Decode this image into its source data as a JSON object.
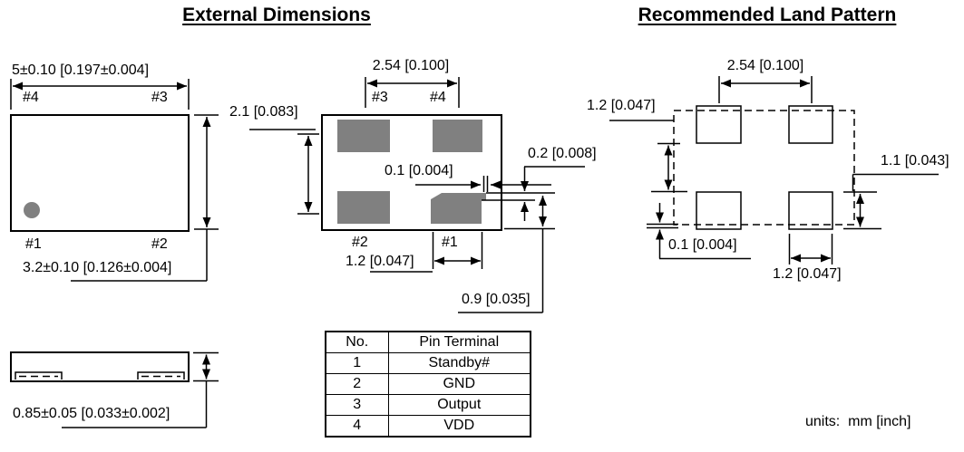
{
  "titles": {
    "external_dimensions": "External Dimensions",
    "land_pattern": "Recommended Land Pattern"
  },
  "units_label": "units:  mm [inch]",
  "top_view": {
    "dim_width": "5±0.10 [0.197±0.004]",
    "dim_height": "3.2±0.10 [0.126±0.004]",
    "pin_top_left": "#4",
    "pin_top_right": "#3",
    "pin_bottom_left": "#1",
    "pin_bottom_right": "#2"
  },
  "bottom_view": {
    "dim_pitch": "2.54 [0.100]",
    "pin_top_left": "#3",
    "pin_top_right": "#4",
    "dim_row_spacing": "2.1 [0.083]",
    "dim_edge_gap": "0.1 [0.004]",
    "dim_step": "0.2 [0.008]",
    "pin_bottom_left": "#2",
    "pin_bottom_right": "#1",
    "dim_pad_width": "1.2 [0.047]",
    "dim_pad_height": "0.9 [0.035]"
  },
  "land_pattern": {
    "dim_pitch": "2.54 [0.100]",
    "dim_row_gap": "1.2 [0.047]",
    "dim_pad_height": "1.1 [0.043]",
    "dim_overhang": "0.1 [0.004]",
    "dim_pad_width": "1.2 [0.047]"
  },
  "side_view": {
    "dim_height": "0.85±0.05 [0.033±0.002]"
  },
  "pin_table": {
    "headers": [
      "No.",
      "Pin Terminal"
    ],
    "rows": [
      [
        "1",
        "Standby#"
      ],
      [
        "2",
        "GND"
      ],
      [
        "3",
        "Output"
      ],
      [
        "4",
        "VDD"
      ]
    ]
  },
  "colors": {
    "pad_gray": "#808080",
    "line": "#000000"
  }
}
